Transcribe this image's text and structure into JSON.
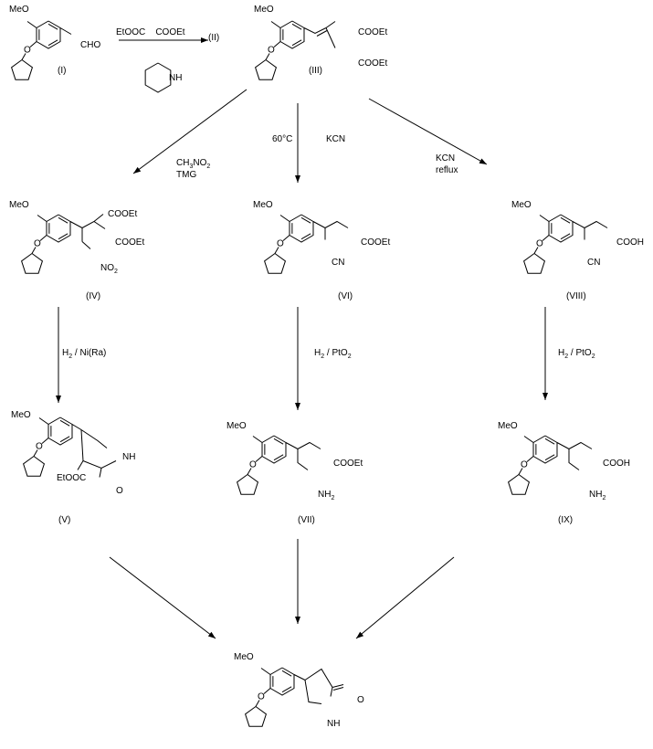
{
  "compounds": {
    "I": {
      "id": "(I)",
      "ome": "MeO",
      "cho": "CHO"
    },
    "III": {
      "id": "(III)",
      "ome": "MeO",
      "ester1": "COOEt",
      "ester2": "COOEt"
    },
    "IV": {
      "id": "(IV)",
      "ome": "MeO",
      "ester1": "COOEt",
      "ester2": "COOEt",
      "no2": "NO",
      "no2_sub": "2"
    },
    "VI": {
      "id": "(VI)",
      "ome": "MeO",
      "ester": "COOEt",
      "cn": "CN"
    },
    "VIII": {
      "id": "(VIII)",
      "ome": "MeO",
      "acid": "COOH",
      "cn": "CN"
    },
    "V": {
      "id": "(V)",
      "ome": "MeO",
      "nh": "NH",
      "ester": "EtOOC",
      "oxo": "O"
    },
    "VII": {
      "id": "(VII)",
      "ome": "MeO",
      "ester": "COOEt",
      "nh2": "NH",
      "nh2_sub": "2"
    },
    "IX": {
      "id": "(IX)",
      "ome": "MeO",
      "acid": "COOH",
      "nh2": "NH",
      "nh2_sub": "2"
    },
    "product": {
      "ome": "MeO",
      "oxo": "O",
      "nh": "NH"
    }
  },
  "reagents": {
    "step1": {
      "malonate": "EtOOC    COOEt",
      "intermediate": "(II)",
      "piperidine_nh": "NH"
    },
    "to_IV": {
      "line1_main": "CH",
      "line1_sub1": "3",
      "line1_mid": "NO",
      "line1_sub2": "2",
      "line2": "TMG"
    },
    "to_VI": {
      "temp": "60°C",
      "reagent": "KCN"
    },
    "to_VIII": {
      "line1": "KCN",
      "line2": "reflux"
    },
    "to_V": {
      "text": "H₂ / Ni(Ra)",
      "pre": "H",
      "sub": "2",
      "post": " / Ni(Ra)"
    },
    "to_VII": {
      "pre": "H",
      "sub": "2",
      "post": " / PtO",
      "sub2": "2"
    },
    "to_IX": {
      "pre": "H",
      "sub": "2",
      "post": " / PtO",
      "sub2": "2"
    }
  }
}
